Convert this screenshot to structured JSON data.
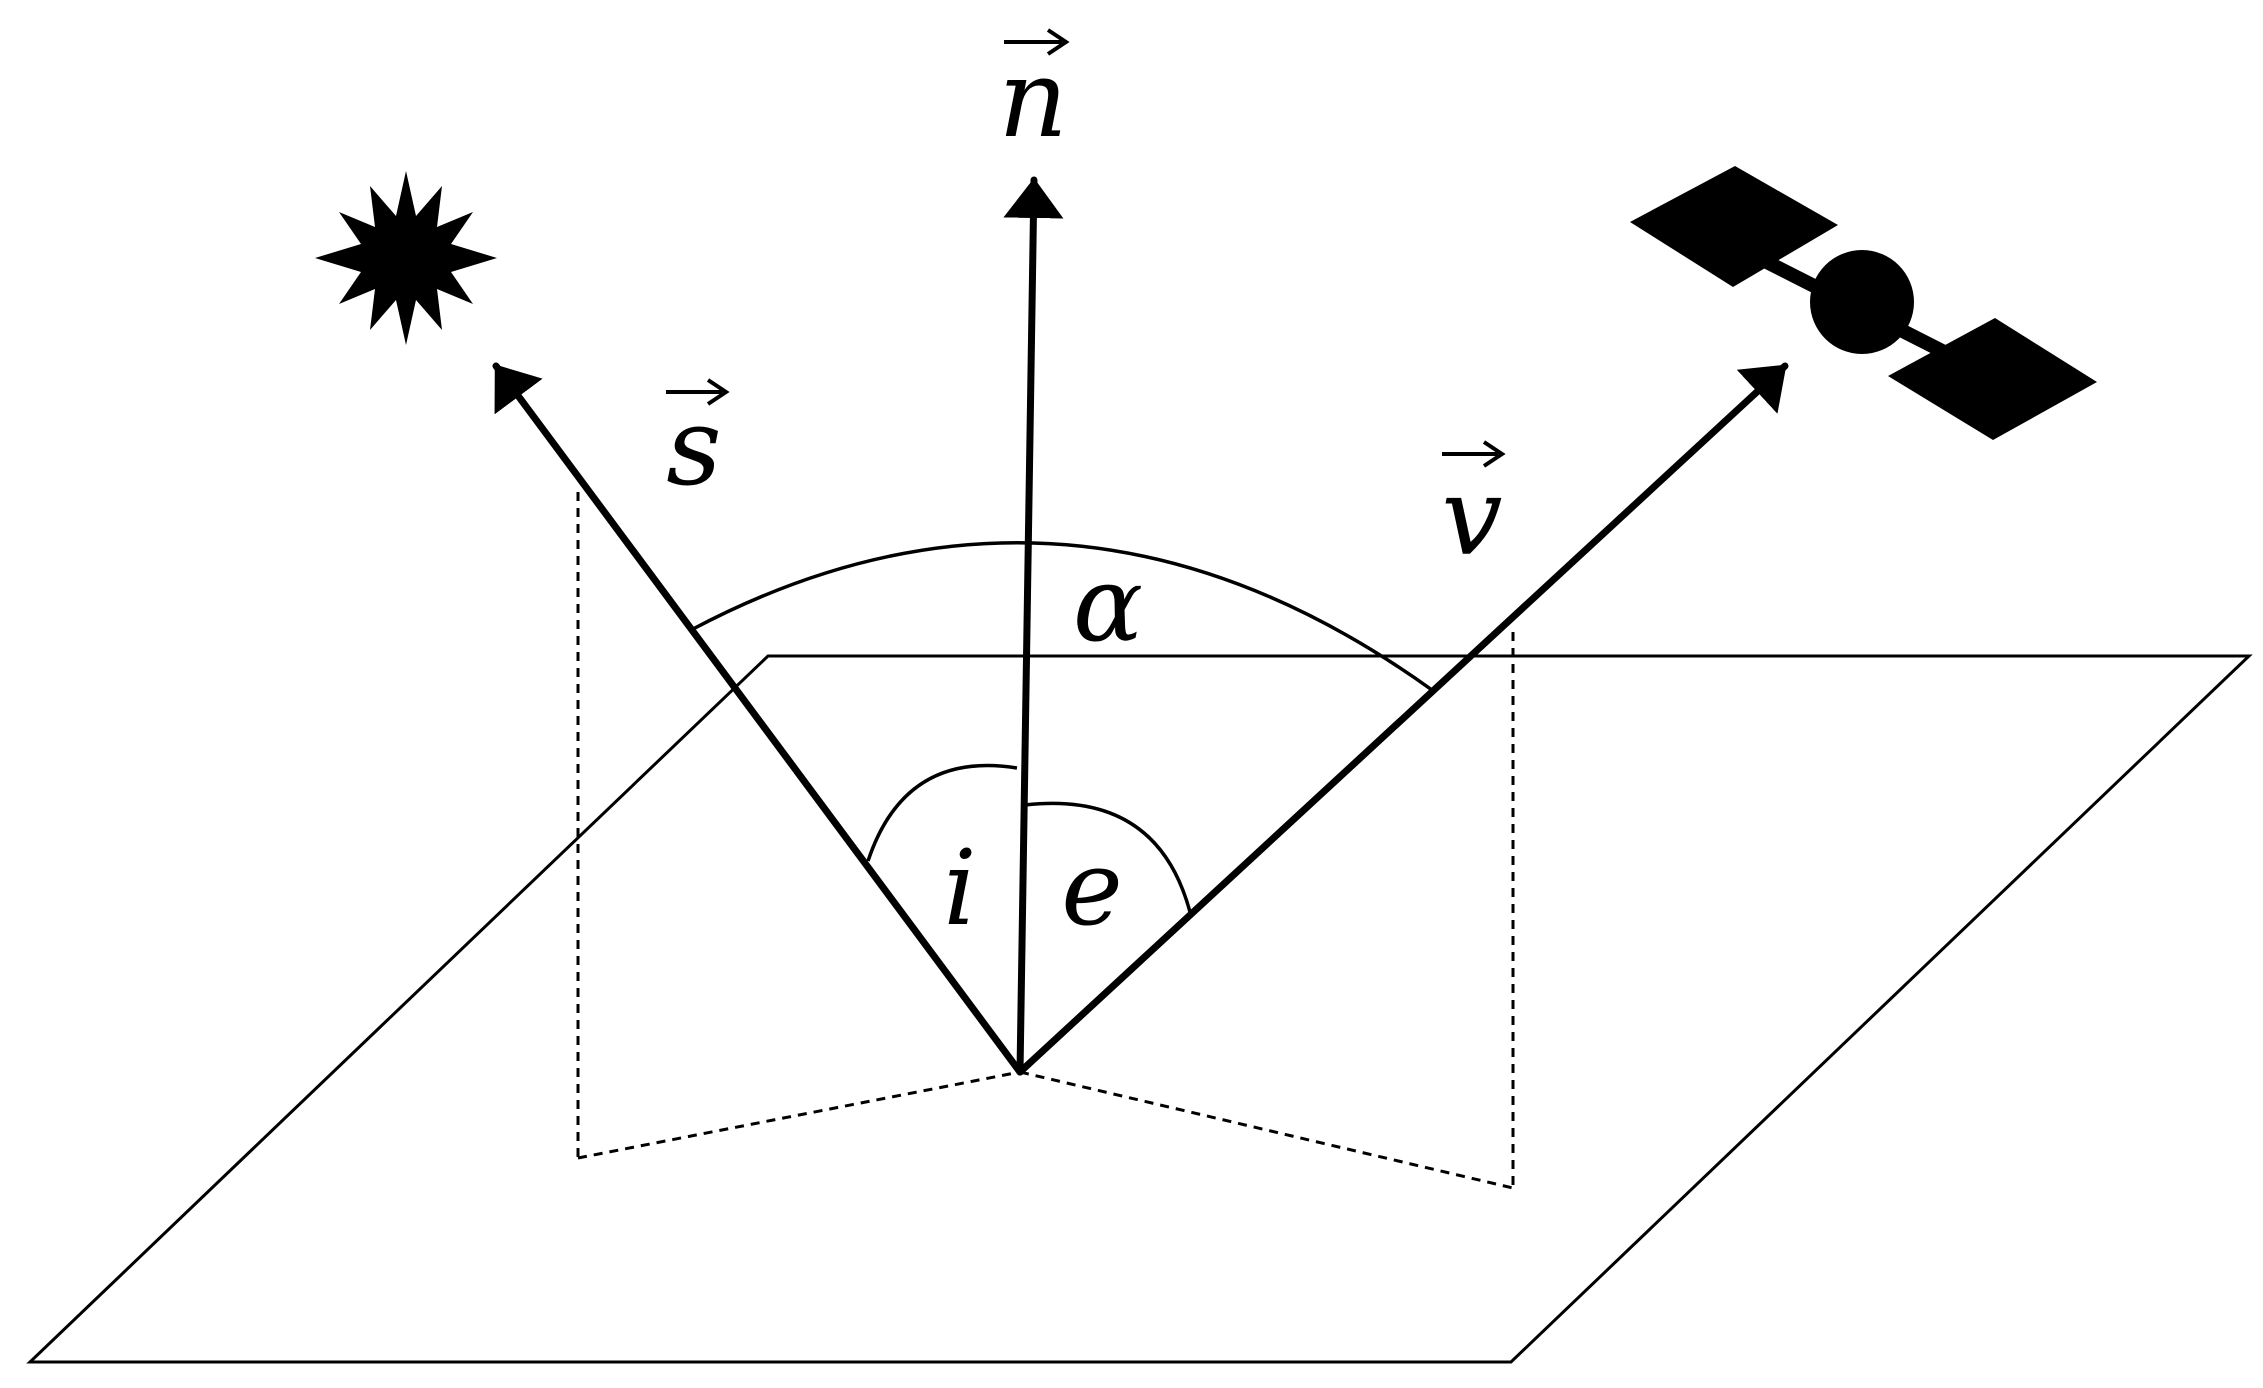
{
  "diagram": {
    "vectors": {
      "normal": "n",
      "sun": "s",
      "view": "v"
    },
    "angles": {
      "phase": "α",
      "incidence": "i",
      "emission": "e"
    },
    "icons": {
      "sun": "sun-icon",
      "satellite": "satellite-icon"
    },
    "colors": {
      "ink": "#000000",
      "background": "#ffffff"
    }
  }
}
